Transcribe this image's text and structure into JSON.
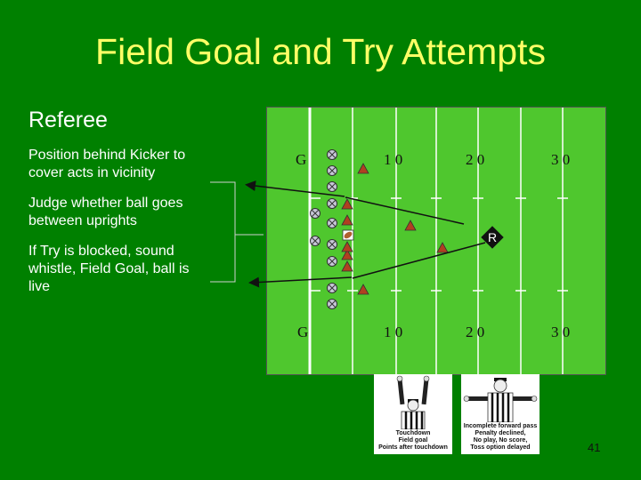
{
  "slide": {
    "title": "Field Goal and Try Attempts",
    "heading": "Referee",
    "bullets": [
      "Position behind Kicker to cover acts in vicinity",
      "Judge whether ball goes between uprights",
      "If Try is blocked, sound whistle, Field Goal, ball is live"
    ],
    "page_number": "41"
  },
  "field": {
    "top_labels": [
      "G",
      "1 0",
      "2 0",
      "3 0"
    ],
    "bottom_labels": [
      "G",
      "1 0",
      "2 0",
      "3 0"
    ],
    "referee_label": "R",
    "colors": {
      "grass": "#4fc72e",
      "offense": "#b04020",
      "defense": "#c8c8d8",
      "official": "#111111"
    }
  },
  "signals": [
    {
      "caption_lines": [
        "Touchdown",
        "Field goal",
        "Points after touchdown"
      ],
      "icon": "touchdown-signal-icon"
    },
    {
      "caption_lines": [
        "Incomplete forward pass",
        "Penalty declined,",
        "No play, No score,",
        "Toss option delayed"
      ],
      "icon": "incomplete-pass-signal-icon"
    }
  ],
  "colors": {
    "background": "#008000",
    "title": "#ffff66",
    "text": "#ffffff"
  }
}
